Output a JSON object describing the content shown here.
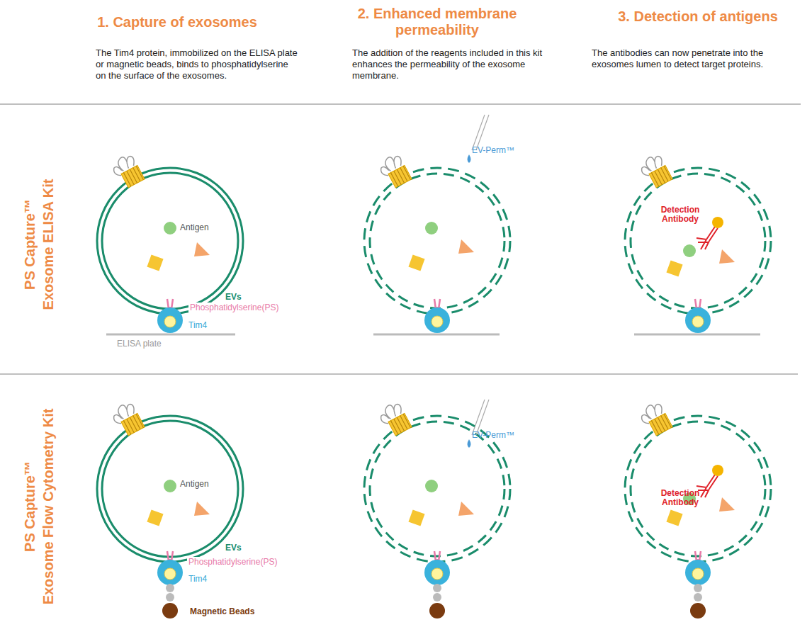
{
  "diagram": {
    "labels": [
      "1. Capture of exosomes",
      "The Tim4 protein, immobilized on the ELISA plate or magnetic beads, binds to phosphatidylserine on the surface of the exosomes.",
      "2. Enhanced membrane permeability",
      "The addition of the reagents included in this kit enhances the permeability of the exosome membrane.",
      "3. Detection of antigens",
      "The antibodies can now penetrate into the exosomes lumen to detect target proteins.",
      "PS Capture™",
      "Exosome ELISA Kit",
      "PS Capture™",
      "Exosome Flow Cytometry Kit",
      "Antigen",
      "EVs",
      "Phosphatidylserine(PS)",
      "Tim4",
      "ELISA plate",
      "EV-Perm™",
      "Detection Antibody",
      "Antigen",
      "EVs",
      "Phosphatidylserine(PS)",
      "Tim4",
      "Magnetic Beads",
      "EV-Perm™",
      "Detection Antibody"
    ]
  }
}
